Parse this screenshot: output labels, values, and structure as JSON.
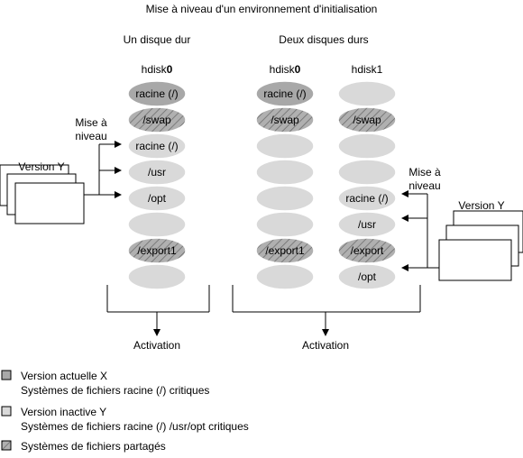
{
  "title": "Mise à niveau d'un environnement d'initialisation",
  "colors": {
    "dark_disk": "#a8a8a8",
    "light_disk": "#d9d9d9",
    "hatch_base": "#b0b0b0",
    "stroke": "#ffffff",
    "line": "#000000"
  },
  "left": {
    "heading": "Un disque dur",
    "disk_label_prefix": "hdisk",
    "disk_label_num": "0",
    "upgrade_label_1": "Mise à",
    "upgrade_label_2": "niveau",
    "version_label": "Version Y",
    "activation_label": "Activation",
    "stack": [
      {
        "label": "racine (/)",
        "style": "dark"
      },
      {
        "label": "/swap",
        "style": "hatch"
      },
      {
        "label": "racine (/)",
        "style": "light"
      },
      {
        "label": "/usr",
        "style": "light"
      },
      {
        "label": "/opt",
        "style": "light"
      },
      {
        "label": "",
        "style": "light"
      },
      {
        "label": "/export1",
        "style": "hatch"
      },
      {
        "label": "",
        "style": "light"
      }
    ]
  },
  "right": {
    "heading": "Deux disques durs",
    "disk0_label_prefix": "hdisk",
    "disk0_label_num": "0",
    "disk1_label": "hdisk1",
    "upgrade_label_1": "Mise à",
    "upgrade_label_2": "niveau",
    "version_label": "Version Y",
    "activation_label": "Activation",
    "stack0": [
      {
        "label": "racine (/)",
        "style": "dark"
      },
      {
        "label": "/swap",
        "style": "hatch"
      },
      {
        "label": "",
        "style": "light"
      },
      {
        "label": "",
        "style": "light"
      },
      {
        "label": "",
        "style": "light"
      },
      {
        "label": "",
        "style": "light"
      },
      {
        "label": "/export1",
        "style": "hatch"
      },
      {
        "label": "",
        "style": "light"
      }
    ],
    "stack1": [
      {
        "label": "",
        "style": "light"
      },
      {
        "label": "/swap",
        "style": "hatch"
      },
      {
        "label": "",
        "style": "light"
      },
      {
        "label": "",
        "style": "light"
      },
      {
        "label": "racine (/)",
        "style": "light"
      },
      {
        "label": "/usr",
        "style": "light"
      },
      {
        "label": "/export",
        "style": "hatch"
      },
      {
        "label": "/opt",
        "style": "light"
      }
    ]
  },
  "legend": [
    {
      "style": "dark",
      "line1": "Version actuelle X",
      "line2": "Systèmes de fichiers racine (/) critiques"
    },
    {
      "style": "light",
      "line1": "Version inactive Y",
      "line2": "Systèmes de fichiers racine (/) /usr/opt critiques"
    },
    {
      "style": "hatch",
      "line1": "Systèmes de fichiers partagés",
      "line2": ""
    }
  ]
}
